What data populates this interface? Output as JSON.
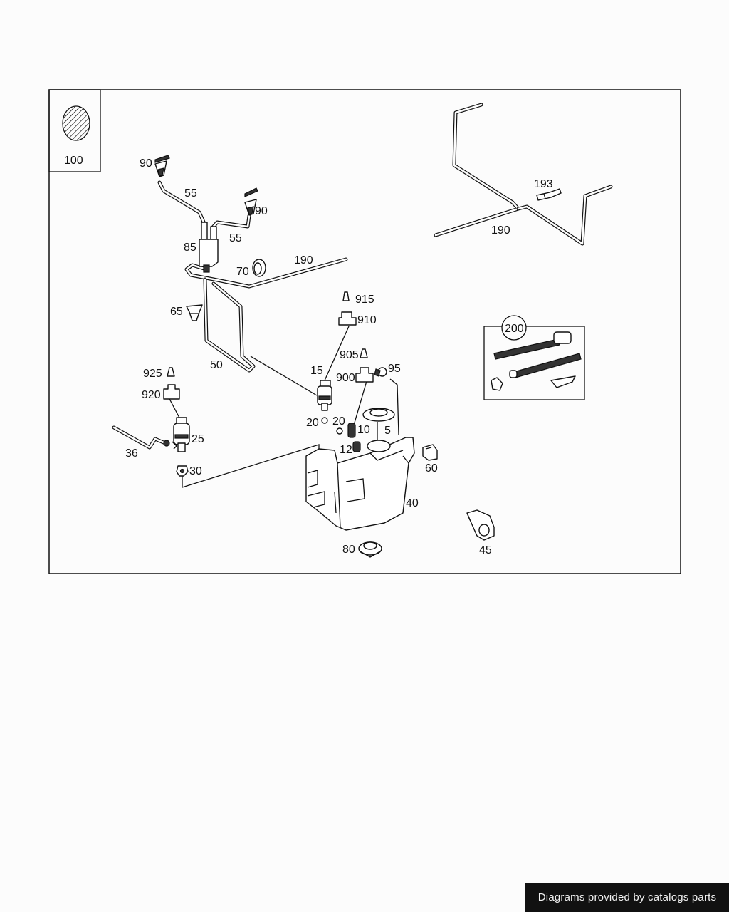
{
  "callouts": {
    "p5": "5",
    "p10": "10",
    "p12": "12",
    "p15": "15",
    "p20a": "20",
    "p20b": "20",
    "p25": "25",
    "p30": "30",
    "p36": "36",
    "p40": "40",
    "p45": "45",
    "p50": "50",
    "p55a": "55",
    "p55b": "55",
    "p60": "60",
    "p65": "65",
    "p70": "70",
    "p80": "80",
    "p85": "85",
    "p90a": "90",
    "p90b": "90",
    "p95": "95",
    "p100": "100",
    "p190a": "190",
    "p190b": "190",
    "p193": "193",
    "p200": "200",
    "p900": "900",
    "p905": "905",
    "p910": "910",
    "p915": "915",
    "p920": "920",
    "p925": "925"
  },
  "footer": {
    "credit": "Diagrams provided by catalogs parts"
  }
}
